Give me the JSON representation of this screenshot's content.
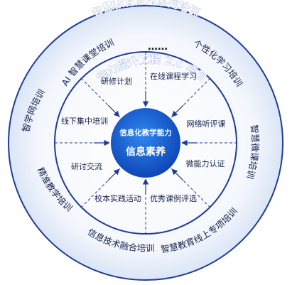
{
  "outer_ring": {
    "title": "智慧教育应用系列培训",
    "ellipsis": "……",
    "items": [
      "AI 智慧课堂培训",
      "个性化学习培训",
      "智慧微课培训",
      "智慧教育线上专项培训",
      "信息技术融合培训",
      "精准教学培训",
      "智学网培训"
    ]
  },
  "middle_ring": {
    "title": "能力提升工程 2.0 项目",
    "items": [
      "研修计划",
      "在线课程学习",
      "网络听评课",
      "微能力认证",
      "优秀课例评选",
      "校本实践活动",
      "研讨交流",
      "线下集中培训"
    ]
  },
  "core": {
    "subtitle": "信息化教学能力",
    "title": "信息素养"
  },
  "colors": {
    "outer_fill": "#3b63c4",
    "middle_fill": "#ffffff",
    "core_fill": "#1a5fd0",
    "border": "#1f3c99",
    "spokes": "#1f3c99"
  }
}
